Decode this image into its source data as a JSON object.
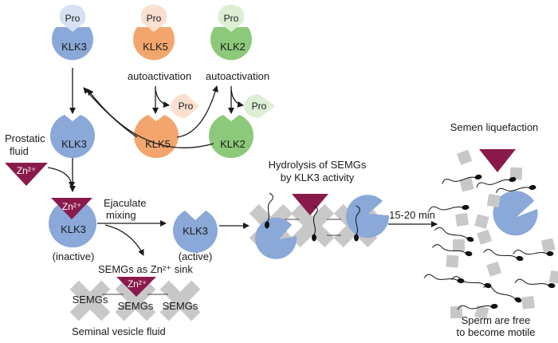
{
  "colors": {
    "klk3": "#8aa8d8",
    "klk5": "#f2a66e",
    "klk2": "#8dc97a",
    "zinc": "#8b1a4c",
    "semg": "#c8c8c8",
    "pro_klk3": "#d6e1f2",
    "pro_klk5": "#fbe0cf",
    "pro_klk2": "#dcefd4",
    "sperm": "#111111"
  },
  "icons": [
    "enzyme-pacman-shape",
    "pro-peptide-drop-shape",
    "zinc-triangle",
    "semg-cross-shape",
    "sperm-cell"
  ],
  "labels": {
    "pro": "Pro",
    "klk3": "KLK3",
    "klk5": "KLK5",
    "klk2": "KLK2",
    "autoactivation": "autoactivation",
    "prostatic_fluid_1": "Prostatic",
    "prostatic_fluid_2": "fluid",
    "zn2": "Zn²⁺",
    "inactive": "(inactive)",
    "active": "(active)",
    "ejaculate_1": "Ejaculate",
    "ejaculate_2": "mixing",
    "semgs_sink": "SEMGs as Zn²⁺ sink",
    "semgs": "SEMGs",
    "seminal_vesicle_fluid": "Seminal vesicle fluid",
    "hydrolysis_1": "Hydrolysis of SEMGs",
    "hydrolysis_2": "by KLK3 activity",
    "time": "15-20 min",
    "semen_liquefaction": "Semen liquefaction",
    "sperm_free_1": "Sperm are free",
    "sperm_free_2": "to become motile"
  }
}
